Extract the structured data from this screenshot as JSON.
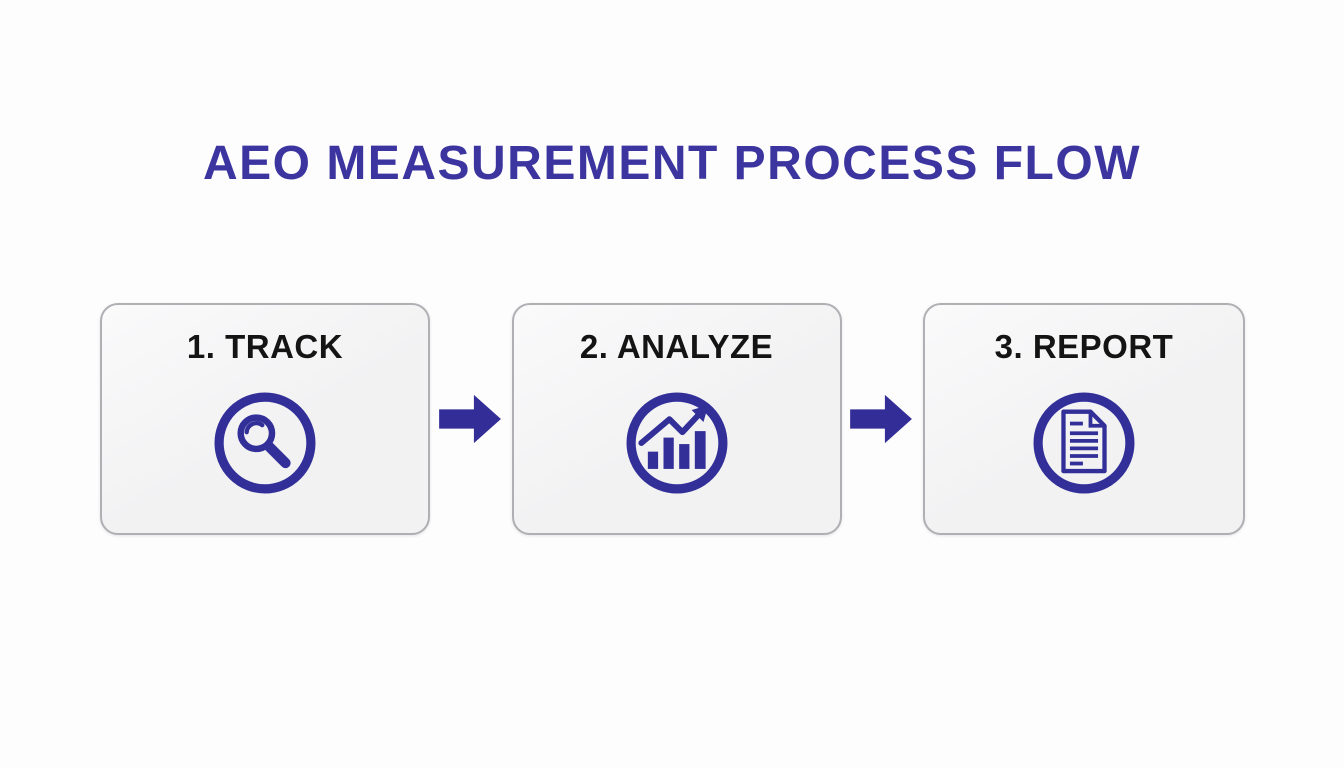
{
  "title": "AEO MEASUREMENT PROCESS FLOW",
  "colors": {
    "accent": "#3C35A0",
    "icon": "#322F99",
    "arrow": "#332D97",
    "card-bg": "#F2F2F3",
    "card-border": "#AFAFB4",
    "label": "#141414",
    "page-bg": "#FDFDFD"
  },
  "steps": [
    {
      "label": "1. TRACK",
      "icon": "magnifier-icon"
    },
    {
      "label": "2. ANALYZE",
      "icon": "bar-chart-icon"
    },
    {
      "label": "3. REPORT",
      "icon": "document-icon"
    }
  ],
  "connectors": [
    {
      "icon": "arrow-right-icon"
    },
    {
      "icon": "arrow-right-icon"
    }
  ]
}
